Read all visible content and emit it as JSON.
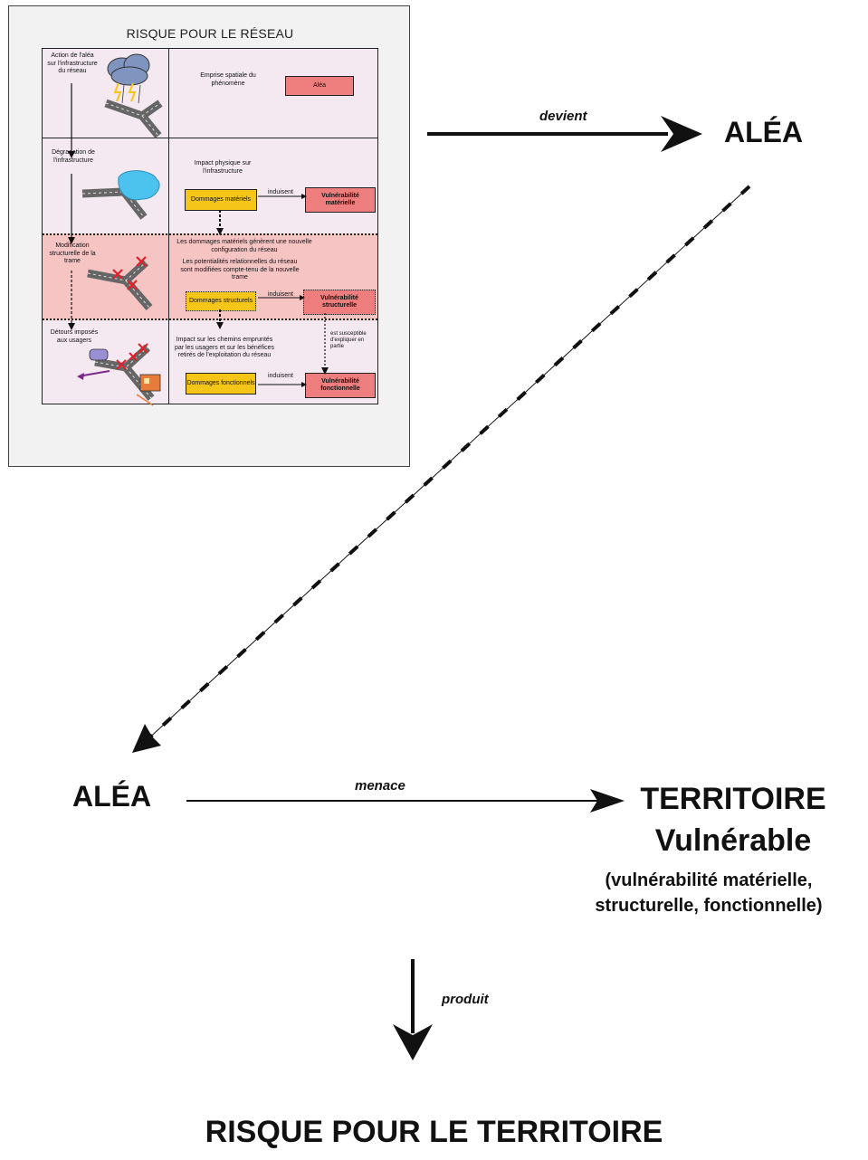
{
  "panel": {
    "title": "RISQUE POUR LE RÉSEAU",
    "rows": [
      {
        "left_text": "Action de l'aléa sur l'infrastructure du réseau",
        "right_text": "Emprise spatiale du phénomène",
        "box_red": "Aléa"
      },
      {
        "left_text": "Dégradation de l'infrastructure",
        "right_text": "Impact physique sur l'infrastructure",
        "box_yellow": "Dommages matériels",
        "link": "induisent",
        "box_red": "Vulnérabilité matérielle"
      },
      {
        "left_text": "Modification structurelle de la trame",
        "right_text_1": "Les dommages matériels génèrent une nouvelle configuration du réseau",
        "right_text_2": "Les potentialités relationnelles du réseau sont modifiées compte-tenu de la nouvelle trame",
        "box_yellow": "Dommages structurels",
        "link": "induisent",
        "box_red": "Vulnérabilité structurelle"
      },
      {
        "left_text": "Détours imposés aux usagers",
        "right_text": "Impact sur les chemins empruntés par les usagers et sur les bénéfices retirés de l'exploitation du réseau",
        "box_yellow": "Dommages fonctionnels",
        "link": "induisent",
        "box_red": "Vulnérabilité fonctionnelle",
        "side_note": "est susceptible d'expliquer en partie"
      }
    ]
  },
  "flow": {
    "devient": "devient",
    "alea_top": "ALÉA",
    "alea_bottom": "ALÉA",
    "menace": "menace",
    "territoire_1": "TERRITOIRE",
    "territoire_2": "Vulnérable",
    "territoire_3": "(vulnérabilité matérielle,",
    "territoire_4": "structurelle, fonctionnelle)",
    "produit": "produit",
    "risque": "RISQUE POUR LE TERRITOIRE"
  },
  "colors": {
    "pink_row": "#f4e9f0",
    "red_row": "#f7c4c4",
    "yellow_box": "#f5c518",
    "red_box": "#ee7d7d",
    "cloud": "#7f95c0",
    "water": "#4cc3ef",
    "cross": "#e0212a"
  },
  "icons": [
    "storm-cloud-icon",
    "lightning-icon",
    "flood-icon",
    "cross-icon",
    "car-icon",
    "truck-icon"
  ]
}
